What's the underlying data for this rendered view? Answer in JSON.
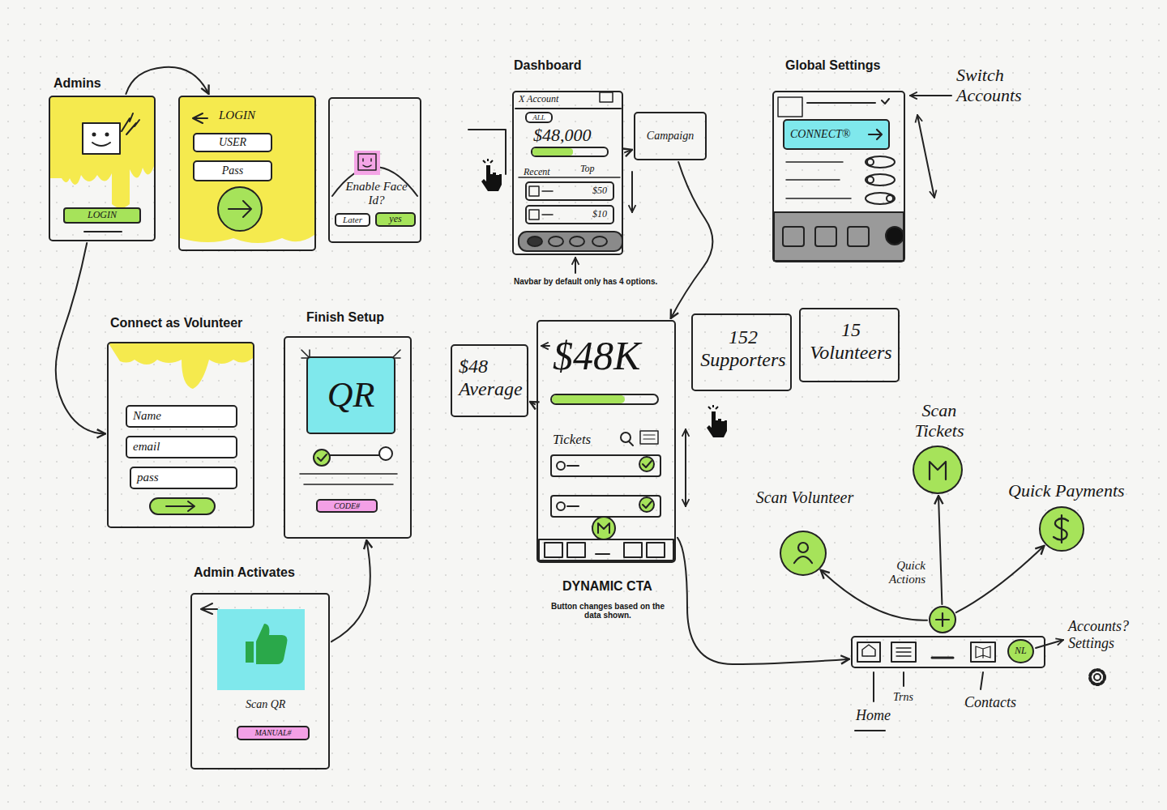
{
  "diagram": {
    "nodes": [
      {
        "text": [
          "Admins"
        ]
      },
      {
        "text": [
          "LOGIN"
        ],
        "in": 0
      },
      {
        "text": [
          "LOGIN"
        ]
      },
      {
        "text": [
          "USER"
        ],
        "in": 2
      },
      {
        "text": [
          "Pass"
        ],
        "in": 2
      },
      {
        "text": [
          "Enable Face Id?"
        ]
      },
      {
        "text": [
          "Later"
        ],
        "in": 5
      },
      {
        "text": [
          "yes"
        ],
        "in": 5
      },
      {
        "text": [
          "Dashboard",
          "X Account",
          "$48,000",
          "Recent",
          "Top"
        ]
      },
      {
        "text": [
          "ALL"
        ],
        "in": 8
      },
      {
        "text": [
          "$50"
        ],
        "in": 8
      },
      {
        "text": [
          "$10"
        ],
        "in": 8
      },
      {
        "text": [
          "Campaign"
        ]
      },
      {
        "text": [
          "Global Settings"
        ]
      },
      {
        "text": [
          "CONNECT®"
        ],
        "in": 13
      },
      {
        "text": [
          "Connect as Volunteer"
        ]
      },
      {
        "text": [
          "Name"
        ],
        "in": 15
      },
      {
        "text": [
          "email"
        ],
        "in": 15
      },
      {
        "text": [
          "pass"
        ],
        "in": 15
      },
      {
        "text": [
          "Finish Setup"
        ]
      },
      {
        "text": [
          "QR"
        ],
        "in": 19
      },
      {
        "text": [
          "CODE#"
        ],
        "in": 19
      },
      {
        "text": [
          "Admin Activates",
          "Scan QR"
        ]
      },
      {
        "text": [
          "MANUAL#"
        ],
        "in": 22
      },
      {
        "text": [
          "$48 Average"
        ]
      },
      {
        "text": [
          "$48K",
          "Tickets",
          "DYNAMIC CTA",
          "Button changes based on the data shown."
        ]
      },
      {
        "text": [
          "152 Supporters"
        ]
      },
      {
        "text": [
          "15 Volunteers"
        ]
      },
      {
        "text": [
          "Scan Volunteer"
        ]
      },
      {
        "text": [
          "Scan Tickets"
        ]
      },
      {
        "text": [
          "Quick Payments"
        ]
      },
      {
        "text": [
          "Quick Actions"
        ]
      },
      {
        "text": [
          "Home",
          "Trns",
          "Contacts"
        ]
      },
      {
        "text": [
          "NL"
        ],
        "in": 32
      }
    ],
    "edges": [
      {
        "from": 0,
        "to": 2,
        "arrow": "to"
      },
      {
        "from": 0,
        "to": 15,
        "arrow": "to"
      },
      {
        "from": 22,
        "to": 19,
        "arrow": "to"
      },
      {
        "from": 8,
        "to": 12,
        "arrow": "to"
      },
      {
        "from": 12,
        "to": 25,
        "arrow": "to"
      },
      {
        "from": 25,
        "to": 24,
        "arrow": "to"
      },
      {
        "from": 25,
        "to": 32,
        "arrow": "to"
      },
      {
        "from": 31,
        "to": 28,
        "arrow": "to"
      },
      {
        "from": 31,
        "to": 29,
        "arrow": "to"
      },
      {
        "from": 31,
        "to": 30,
        "arrow": "to"
      }
    ],
    "labels": [
      "Navbar by default only has 4 options.",
      "Switch Accounts",
      "Accounts? Settings"
    ]
  }
}
